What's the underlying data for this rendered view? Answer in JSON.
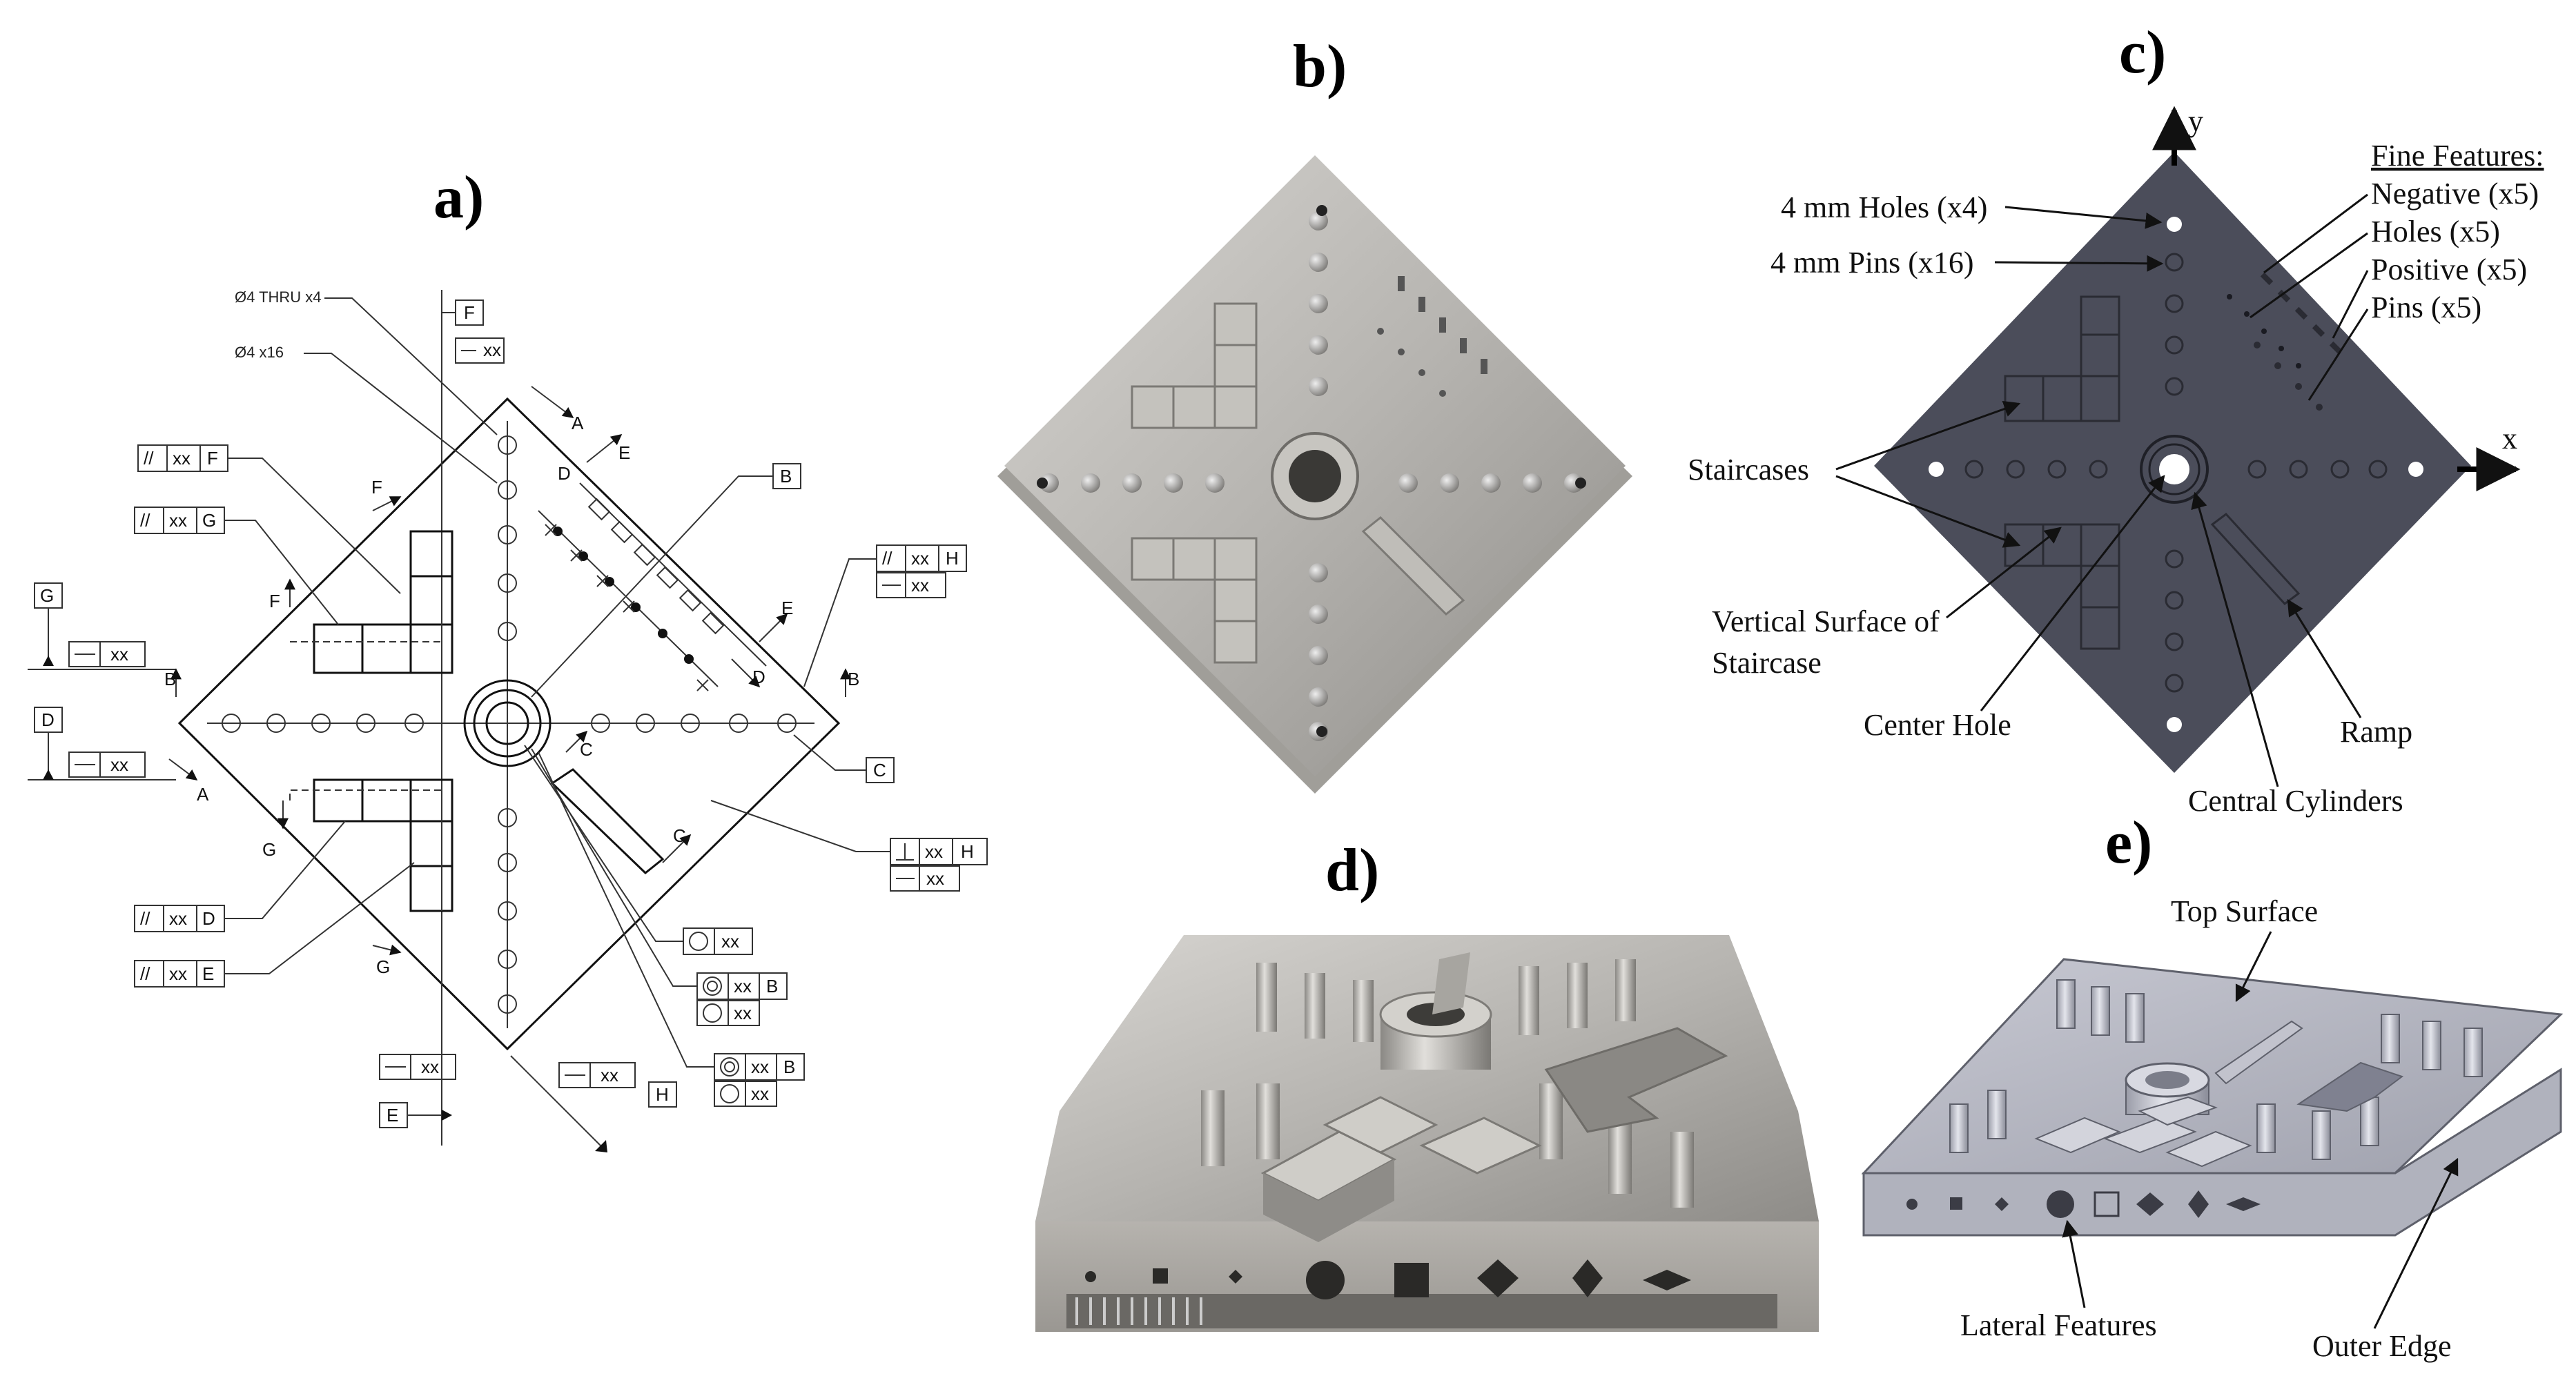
{
  "panels": {
    "a": {
      "label": "a)"
    },
    "b": {
      "label": "b)"
    },
    "c": {
      "label": "c)"
    },
    "d": {
      "label": "d)"
    },
    "e": {
      "label": "e)"
    }
  },
  "drawing_a": {
    "hole_callout": "Ø4 THRU x4",
    "pin_callout": "Ø4 x16",
    "tol": "xx",
    "datums": [
      "A",
      "B",
      "C",
      "D",
      "E",
      "F",
      "G",
      "H"
    ]
  },
  "panel_c": {
    "axis_y": "y",
    "axis_x": "x",
    "holes": "4 mm Holes (x4)",
    "pins": "4 mm Pins (x16)",
    "fine_title": "Fine Features:",
    "fine_negative": "Negative (x5)",
    "fine_holes": "Holes (x5)",
    "fine_positive": "Positive (x5)",
    "fine_pins": "Pins (x5)",
    "staircases": "Staircases",
    "vertical_surface_1": "Vertical Surface of",
    "vertical_surface_2": "Staircase",
    "center_hole": "Center Hole",
    "ramp": "Ramp",
    "central_cylinders": "Central Cylinders"
  },
  "panel_e": {
    "top_surface": "Top Surface",
    "lateral_features": "Lateral Features",
    "outer_edge": "Outer Edge"
  },
  "colors": {
    "part_dark": "#4b4d5a",
    "metal": "#b9b7b3",
    "cad_gray": "#c9cad2"
  }
}
